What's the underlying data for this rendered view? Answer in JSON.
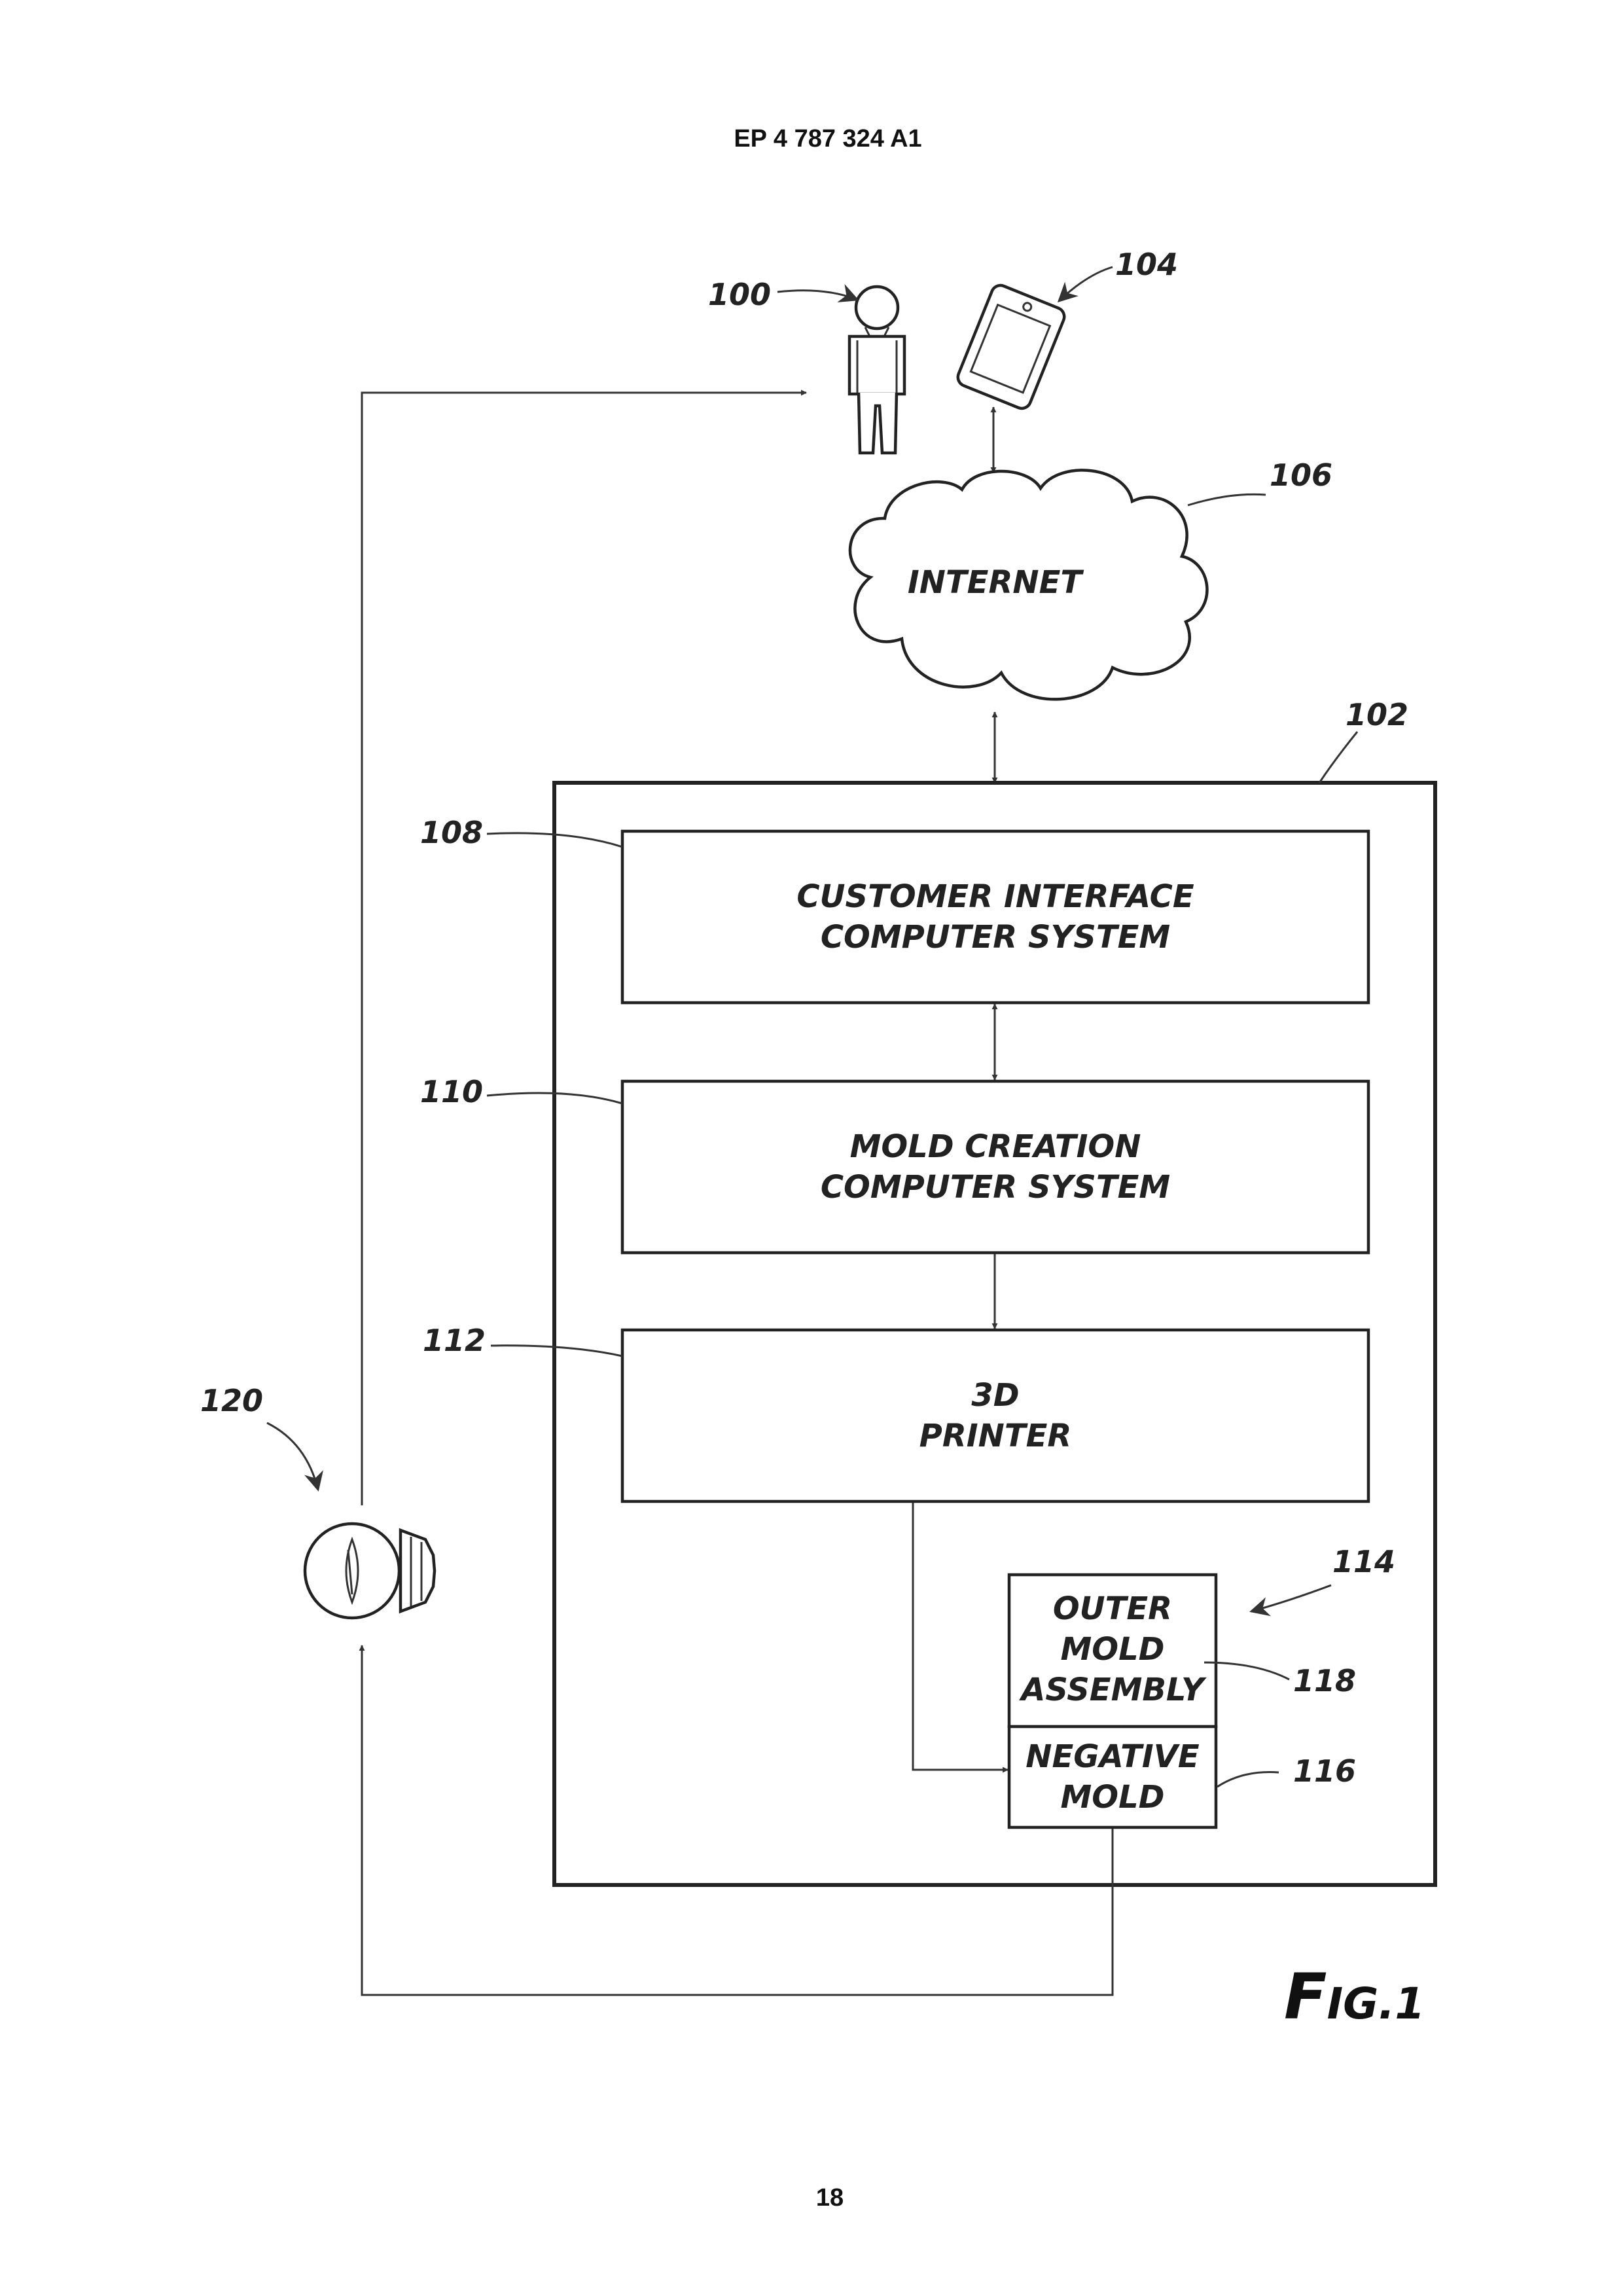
{
  "header": {
    "publication": "EP 4 787 324 A1"
  },
  "footer": {
    "page_number": "18"
  },
  "figure": {
    "label_initial": "F",
    "label_rest": "IG.1"
  },
  "refs": {
    "user": "100",
    "system": "102",
    "device": "104",
    "internet": "106",
    "customer_interface": "108",
    "mold_creation": "110",
    "printer": "112",
    "mold_kit": "114",
    "negative_mold": "116",
    "outer_mold": "118",
    "product": "120"
  },
  "labels": {
    "internet": "INTERNET",
    "customer_interface": [
      "CUSTOMER INTERFACE",
      "COMPUTER SYSTEM"
    ],
    "mold_creation": [
      "MOLD CREATION",
      "COMPUTER SYSTEM"
    ],
    "printer": [
      "3D",
      "PRINTER"
    ],
    "outer_mold": [
      "OUTER",
      "MOLD",
      "ASSEMBLY"
    ],
    "negative_mold": [
      "NEGATIVE",
      "MOLD"
    ]
  }
}
